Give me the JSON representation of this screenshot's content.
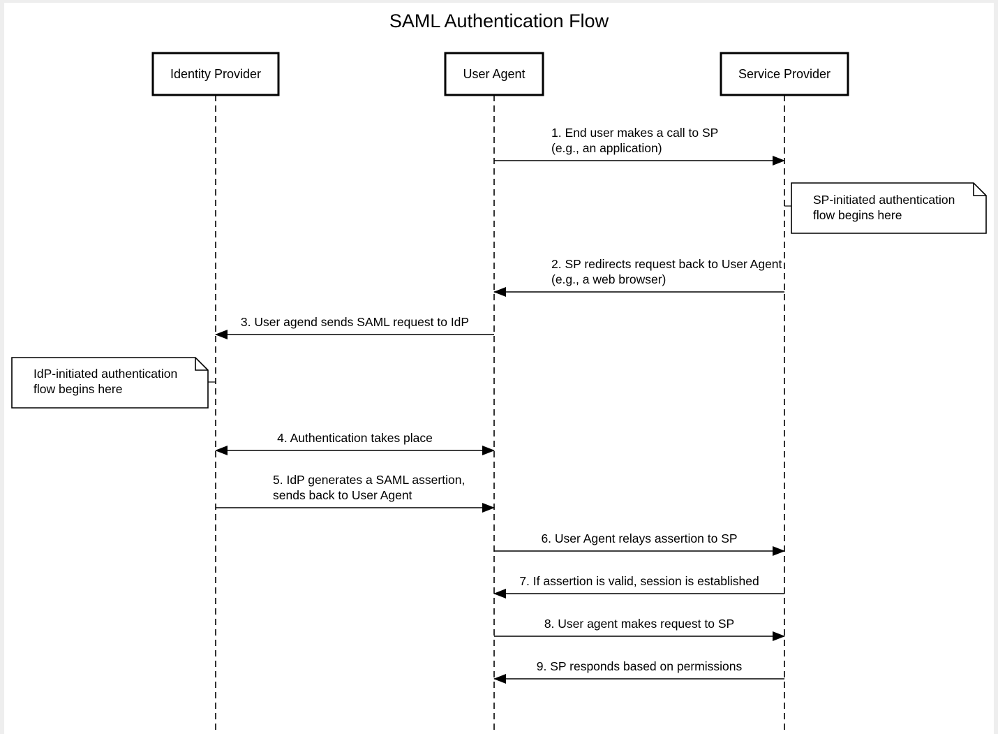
{
  "title": "SAML Authentication Flow",
  "actors": [
    {
      "id": "idp",
      "label": "Identity Provider"
    },
    {
      "id": "ua",
      "label": "User Agent"
    },
    {
      "id": "sp",
      "label": "Service Provider"
    }
  ],
  "messages": [
    {
      "id": "m1",
      "from": "ua",
      "to": "sp",
      "bidirectional": false,
      "lines": [
        "1. End user makes a call to SP",
        "(e.g., an application)"
      ]
    },
    {
      "id": "m2",
      "from": "sp",
      "to": "ua",
      "bidirectional": false,
      "lines": [
        "2. SP redirects request back to User Agent",
        "(e.g., a web browser)"
      ]
    },
    {
      "id": "m3",
      "from": "ua",
      "to": "idp",
      "bidirectional": false,
      "lines": [
        "3. User agend sends SAML request to IdP"
      ]
    },
    {
      "id": "m4",
      "from": "idp",
      "to": "ua",
      "bidirectional": true,
      "lines": [
        "4. Authentication takes place"
      ]
    },
    {
      "id": "m5",
      "from": "idp",
      "to": "ua",
      "bidirectional": false,
      "lines": [
        "5. IdP generates a SAML assertion,",
        "sends back to User Agent"
      ]
    },
    {
      "id": "m6",
      "from": "ua",
      "to": "sp",
      "bidirectional": false,
      "lines": [
        "6. User Agent relays assertion to SP"
      ]
    },
    {
      "id": "m7",
      "from": "sp",
      "to": "ua",
      "bidirectional": false,
      "lines": [
        "7. If assertion is valid, session is established"
      ]
    },
    {
      "id": "m8",
      "from": "ua",
      "to": "sp",
      "bidirectional": false,
      "lines": [
        "8. User agent makes request to SP"
      ]
    },
    {
      "id": "m9",
      "from": "sp",
      "to": "ua",
      "bidirectional": false,
      "lines": [
        "9. SP responds based on permissions"
      ]
    }
  ],
  "notes": [
    {
      "id": "note-sp",
      "attached_to": "sp",
      "side": "right",
      "lines": [
        "SP-initiated authentication",
        "flow begins here"
      ]
    },
    {
      "id": "note-idp",
      "attached_to": "idp",
      "side": "left",
      "lines": [
        "IdP-initiated authentication",
        "flow begins here"
      ]
    }
  ],
  "colors": {
    "line": "#000000",
    "background": "#ffffff",
    "frame": "#eeeeee"
  }
}
